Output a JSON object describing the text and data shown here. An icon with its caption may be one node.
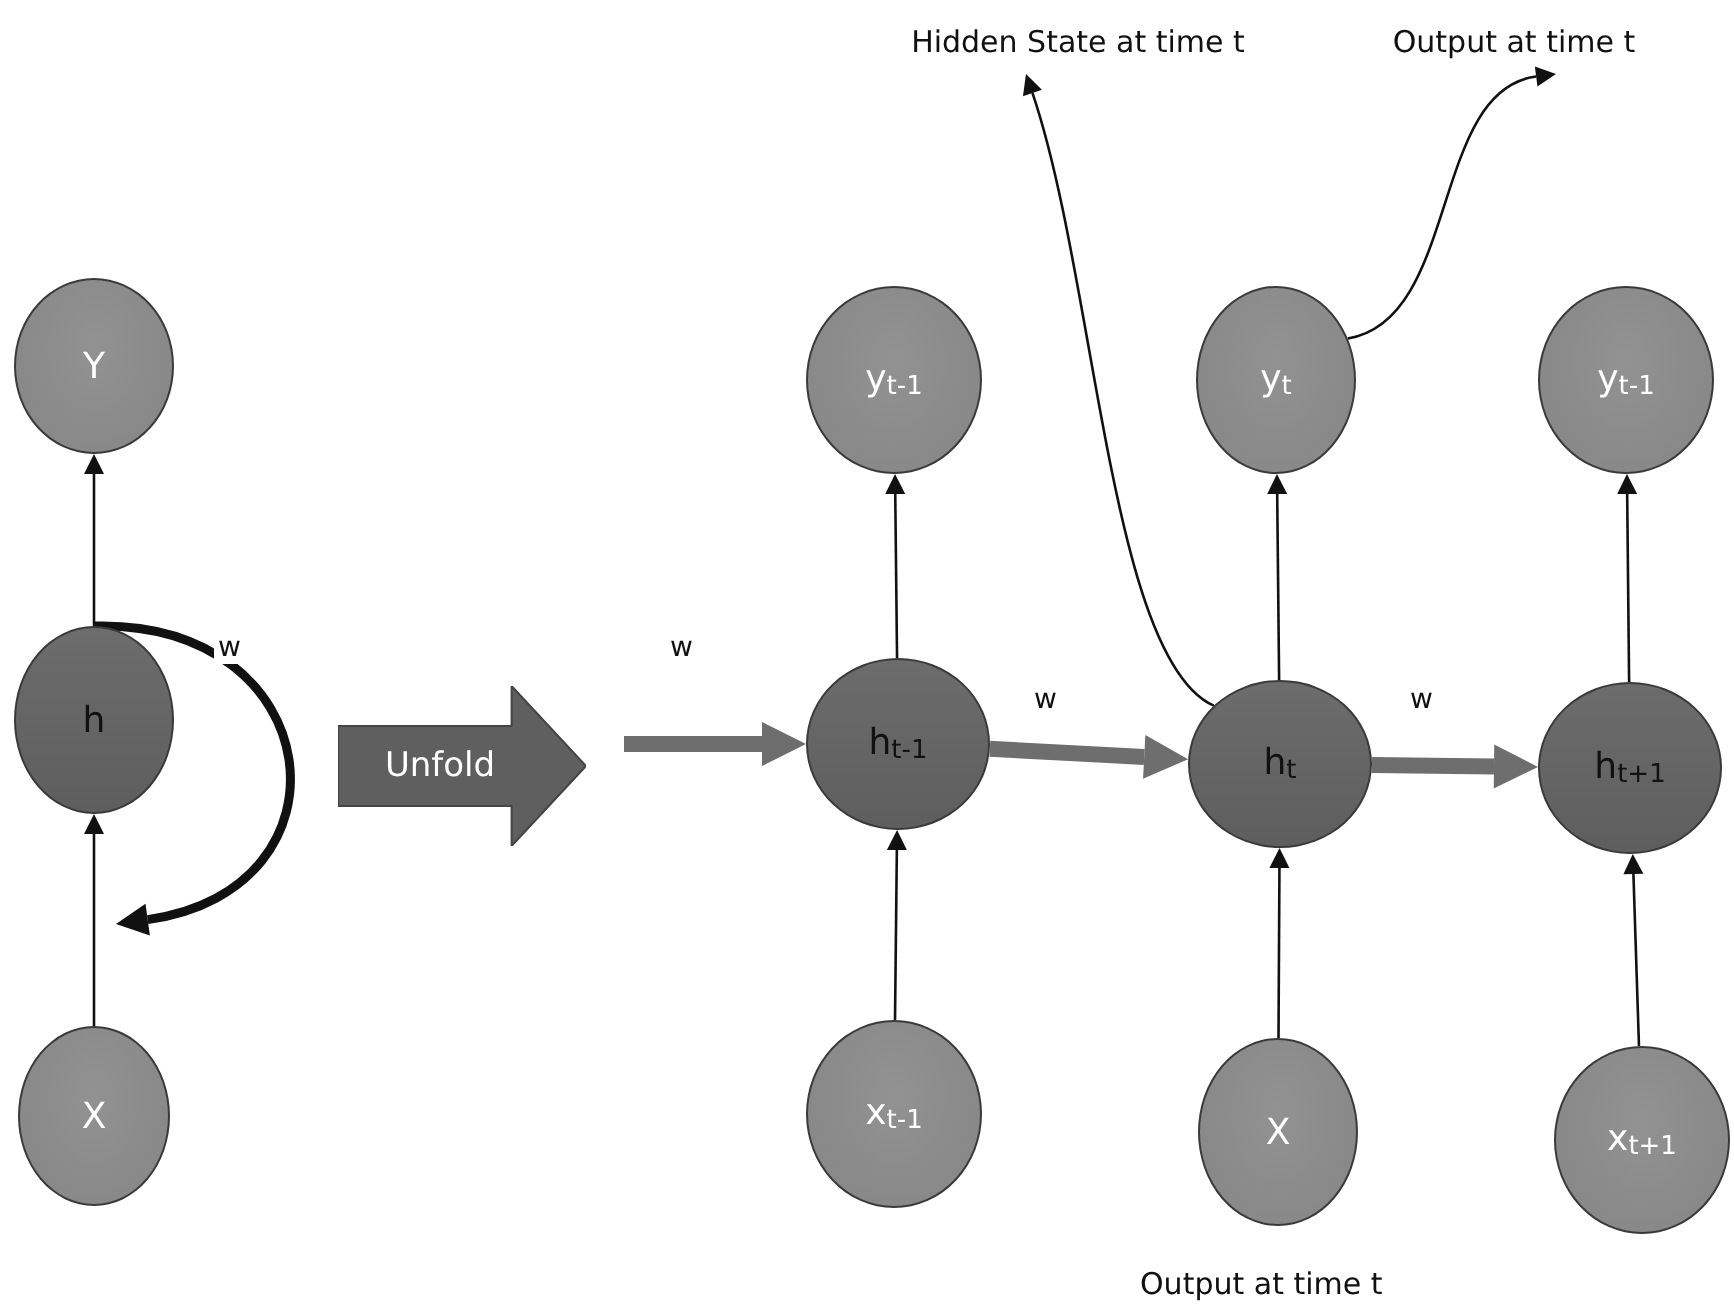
{
  "diagram": {
    "nodes": [
      {
        "text": [
          "Y"
        ]
      },
      {
        "text": [
          "h"
        ]
      },
      {
        "text": [
          "X"
        ]
      },
      {
        "text": [
          "Unfold"
        ]
      },
      {
        "text": [
          "y$_{t-1}$"
        ]
      },
      {
        "text": [
          "h$_{t-1}$"
        ]
      },
      {
        "text": [
          "x$_{t-1}$"
        ]
      },
      {
        "text": [
          "y$_{t}$"
        ]
      },
      {
        "text": [
          "h$_{t}$"
        ]
      },
      {
        "text": [
          "X"
        ]
      },
      {
        "text": [
          "y$_{t-1}$"
        ]
      },
      {
        "text": [
          "h$_{t+1}$"
        ]
      },
      {
        "text": [
          "x$_{t+1}$"
        ]
      },
      {
        "text": [
          "Hidden State at time t"
        ]
      },
      {
        "text": [
          "Output at time t"
        ]
      }
    ],
    "edges": [
      {
        "from": 2,
        "to": 1,
        "arrow": "to"
      },
      {
        "from": 1,
        "to": 0,
        "arrow": "to"
      },
      {
        "from": 1,
        "to": 1,
        "arrow": "to",
        "label": "w",
        "style": "thick"
      },
      {
        "from": null,
        "to": 5,
        "arrow": "to",
        "label": "w",
        "style": "thick",
        "color": "#6e6e6e"
      },
      {
        "from": 5,
        "to": 8,
        "arrow": "to",
        "label": "w",
        "style": "thick",
        "color": "#6e6e6e"
      },
      {
        "from": 8,
        "to": 11,
        "arrow": "to",
        "label": "w",
        "style": "thick",
        "color": "#6e6e6e"
      },
      {
        "from": 6,
        "to": 5,
        "arrow": "to"
      },
      {
        "from": 5,
        "to": 4,
        "arrow": "to"
      },
      {
        "from": 9,
        "to": 8,
        "arrow": "to"
      },
      {
        "from": 8,
        "to": 7,
        "arrow": "to"
      },
      {
        "from": 12,
        "to": 11,
        "arrow": "to"
      },
      {
        "from": 11,
        "to": 10,
        "arrow": "to"
      },
      {
        "from": 8,
        "to": 13,
        "arrow": "to"
      },
      {
        "from": 7,
        "to": 14,
        "arrow": "to"
      }
    ],
    "labels": [
      "Output at time t"
    ]
  }
}
